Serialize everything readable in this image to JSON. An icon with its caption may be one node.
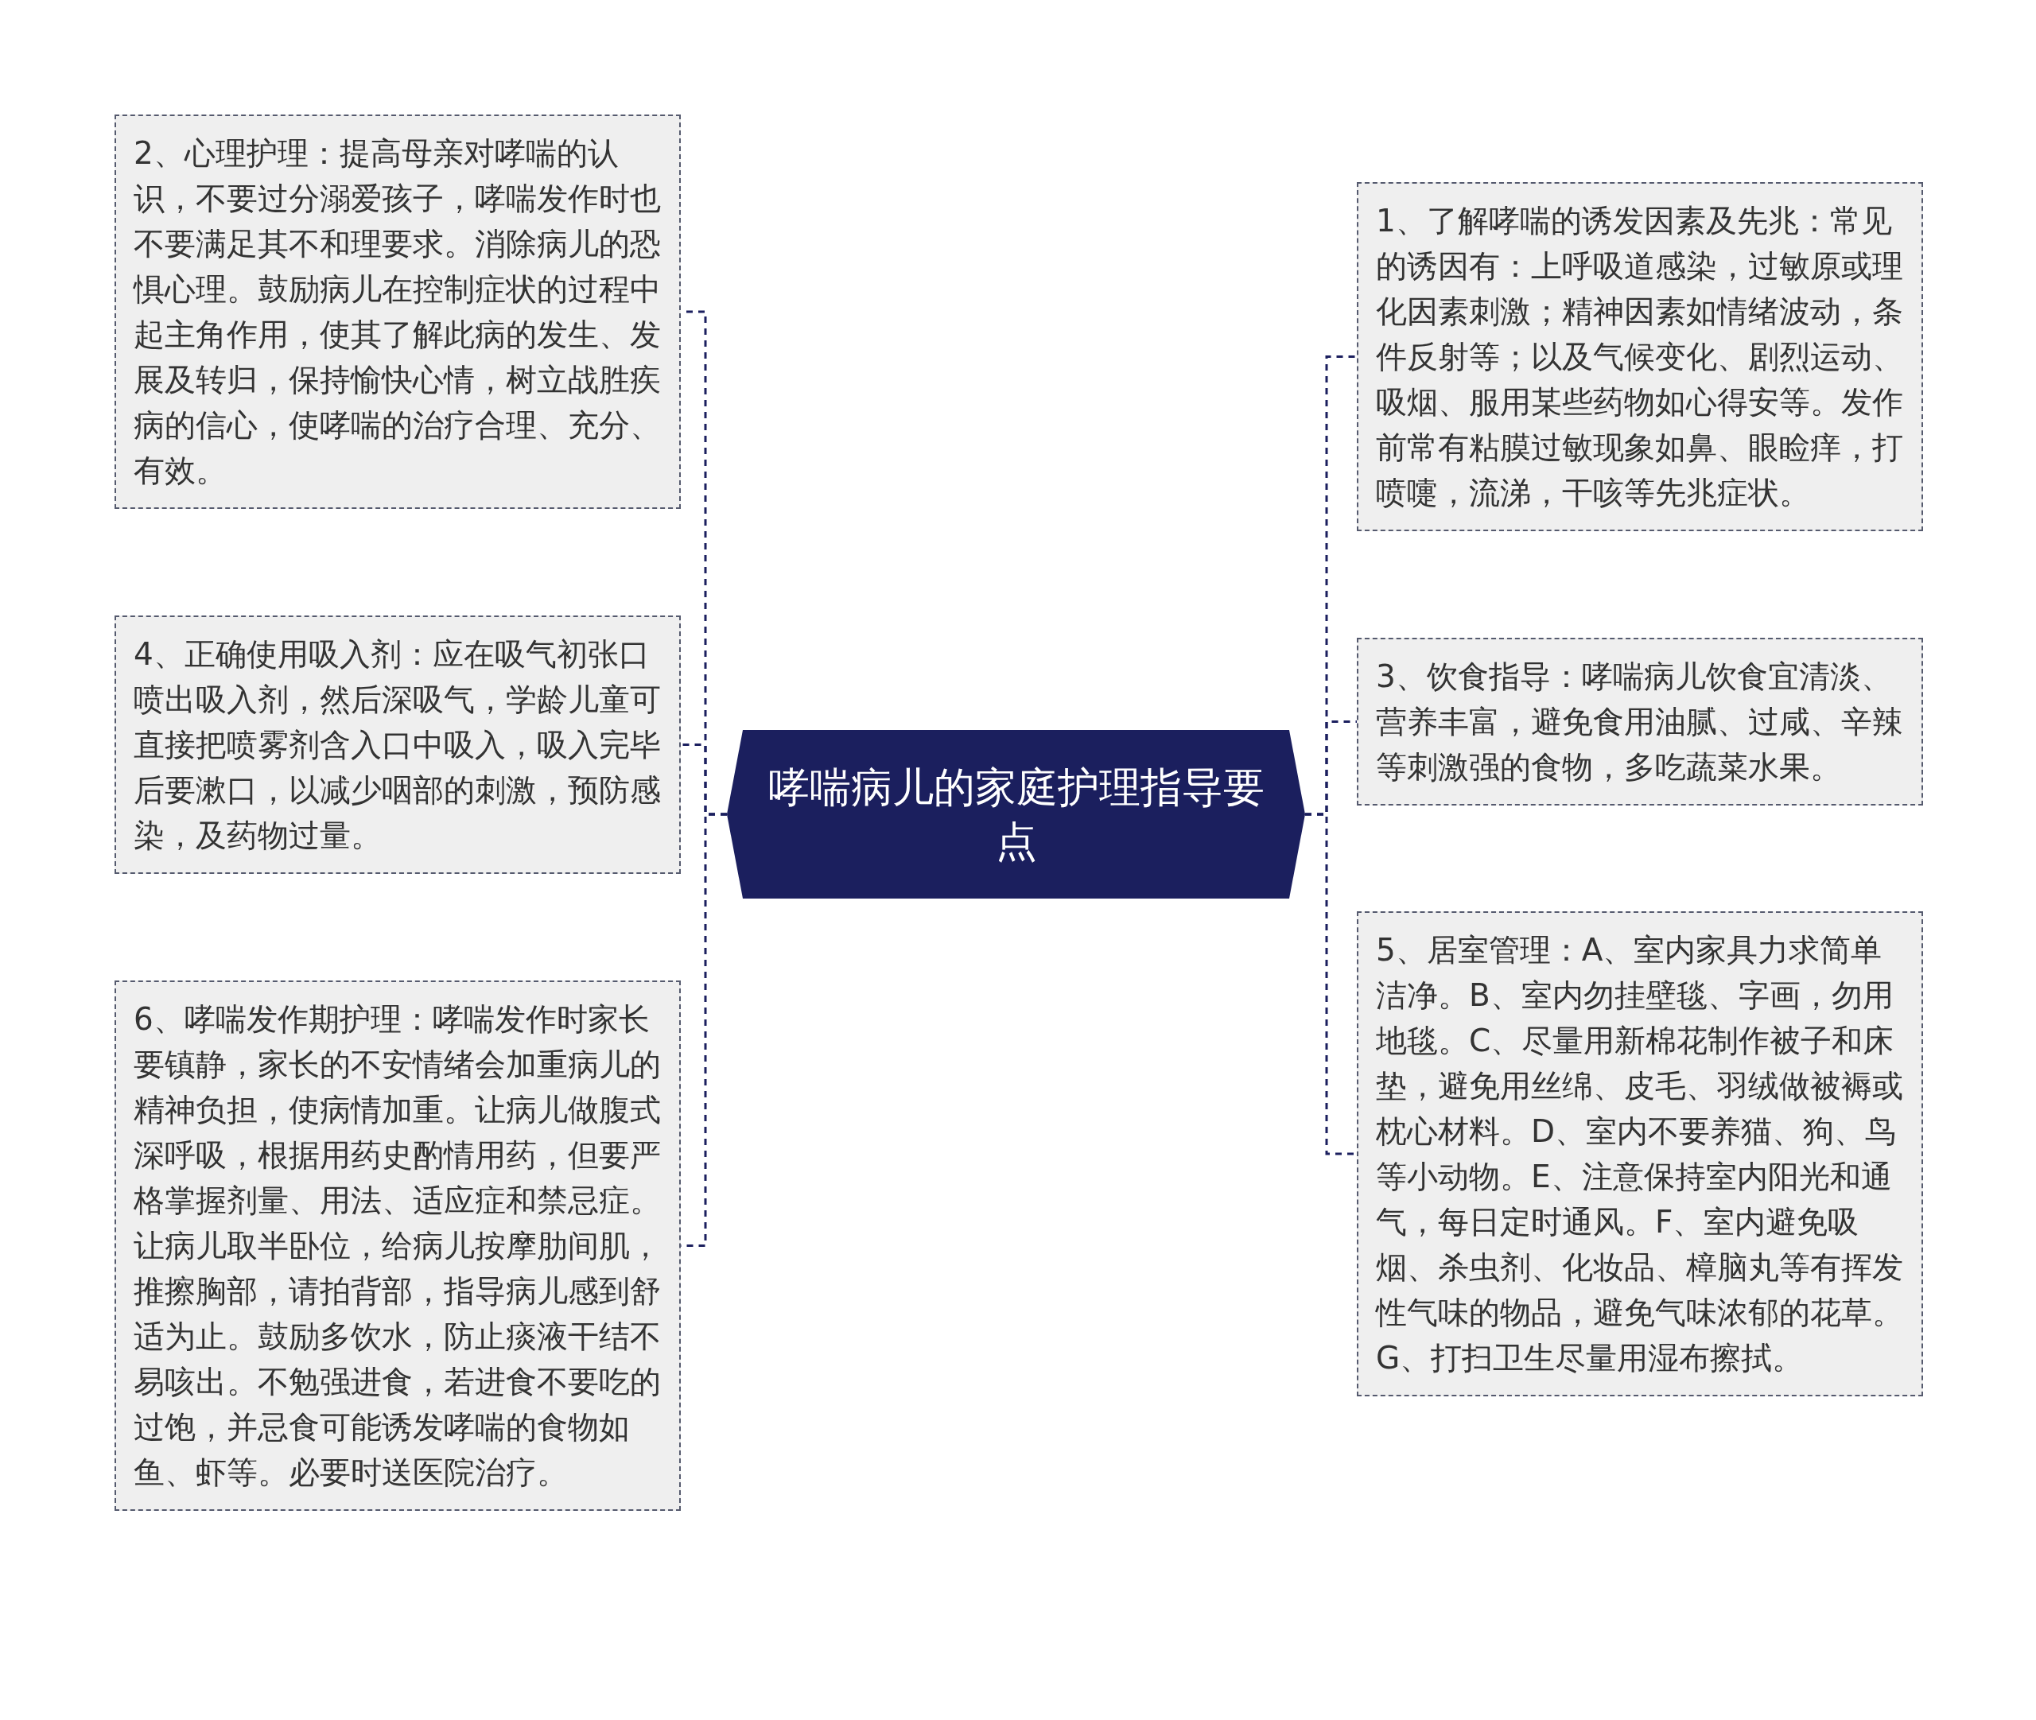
{
  "diagram": {
    "nodes": [
      {
        "text": [
          "哮喘病儿的家庭护理指导要点"
        ]
      },
      {
        "text": [
          "1、了解哮喘的诱发因素及先兆：常见的诱因有：上呼吸道感染，过敏原或理化因素刺激；精神因素如情绪波动，条件反射等；以及气候变化、剧烈运动、吸烟、服用某些药物如心得安等。发作前常有粘膜过敏现象如鼻、眼睑痒，打喷嚏，流涕，干咳等先兆症状。"
        ]
      },
      {
        "text": [
          "2、心理护理：提高母亲对哮喘的认识，不要过分溺爱孩子，哮喘发作时也不要满足其不和理要求。消除病儿的恐惧心理。鼓励病儿在控制症状的过程中起主角作用，使其了解此病的发生、发展及转归，保持愉快心情，树立战胜疾病的信心，使哮喘的治疗合理、充分、有效。"
        ]
      },
      {
        "text": [
          "3、饮食指导：哮喘病儿饮食宜清淡、营养丰富，避免食用油腻、过咸、辛辣等刺激强的食物，多吃蔬菜水果。"
        ]
      },
      {
        "text": [
          "4、正确使用吸入剂：应在吸气初张口喷出吸入剂，然后深吸气，学龄儿童可直接把喷雾剂含入口中吸入，吸入完毕后要漱口，以减少咽部的刺激，预防感染，及药物过量。"
        ]
      },
      {
        "text": [
          "5、居室管理：A、室内家具力求简单洁净。B、室内勿挂壁毯、字画，勿用地毯。C、尽量用新棉花制作被子和床垫，避免用丝绵、皮毛、羽绒做被褥或枕心材料。D、室内不要养猫、狗、鸟等小动物。E、注意保持室内阳光和通气，每日定时通风。F、室内避免吸烟、杀虫剂、化妆品、樟脑丸等有挥发性气味的物品，避免气味浓郁的花草。G、打扫卫生尽量用湿布擦拭。"
        ]
      },
      {
        "text": [
          "6、哮喘发作期护理：哮喘发作时家长要镇静，家长的不安情绪会加重病儿的精神负担，使病情加重。让病儿做腹式深呼吸，根据用药史酌情用药，但要严格掌握剂量、用法、适应症和禁忌症。让病儿取半卧位，给病儿按摩肋间肌，推擦胸部，请拍背部，指导病儿感到舒适为止。鼓励多饮水，防止痰液干结不易咳出。不勉强进食，若进食不要吃的过饱，并忌食可能诱发哮喘的食物如鱼、虾等。必要时送医院治疗。"
        ]
      }
    ],
    "edges": [
      {
        "from": 0,
        "to": 1,
        "arrow": "none",
        "style": "dashed"
      },
      {
        "from": 0,
        "to": 2,
        "arrow": "none",
        "style": "dashed"
      },
      {
        "from": 0,
        "to": 3,
        "arrow": "none",
        "style": "dashed"
      },
      {
        "from": 0,
        "to": 4,
        "arrow": "none",
        "style": "dashed"
      },
      {
        "from": 0,
        "to": 5,
        "arrow": "none",
        "style": "dashed"
      },
      {
        "from": 0,
        "to": 6,
        "arrow": "none",
        "style": "dashed"
      }
    ]
  }
}
